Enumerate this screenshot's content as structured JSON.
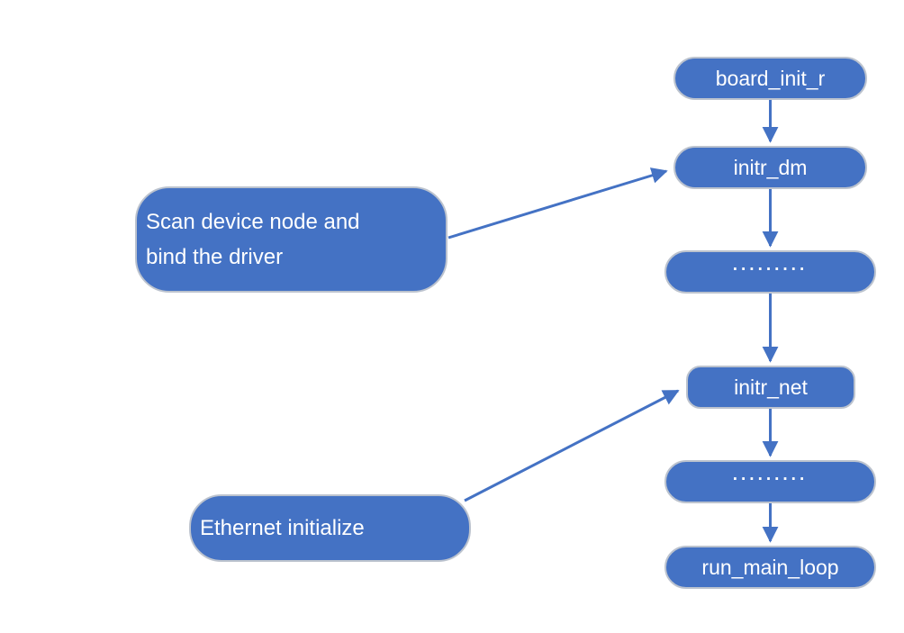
{
  "diagram": {
    "colors": {
      "node_fill": "#4472C4",
      "node_border": "#BCC3CE",
      "node_text": "#FFFFFF",
      "arrow": "#4472C4",
      "background": "#FFFFFF"
    },
    "nodes": [
      {
        "id": "board_init_r",
        "label": "board_init_r"
      },
      {
        "id": "initr_dm",
        "label": "initr_dm"
      },
      {
        "id": "ellipsis_1",
        "label": "........."
      },
      {
        "id": "initr_net",
        "label": "initr_net"
      },
      {
        "id": "ellipsis_2",
        "label": "........."
      },
      {
        "id": "run_main_loop",
        "label": "run_main_loop"
      }
    ],
    "callouts": [
      {
        "id": "scan-device",
        "line1": "Scan device node and",
        "line2": "bind the driver",
        "target": "initr_dm"
      },
      {
        "id": "ethernet-initialize",
        "line1": "Ethernet initialize",
        "line2": "",
        "target": "initr_net"
      }
    ]
  }
}
